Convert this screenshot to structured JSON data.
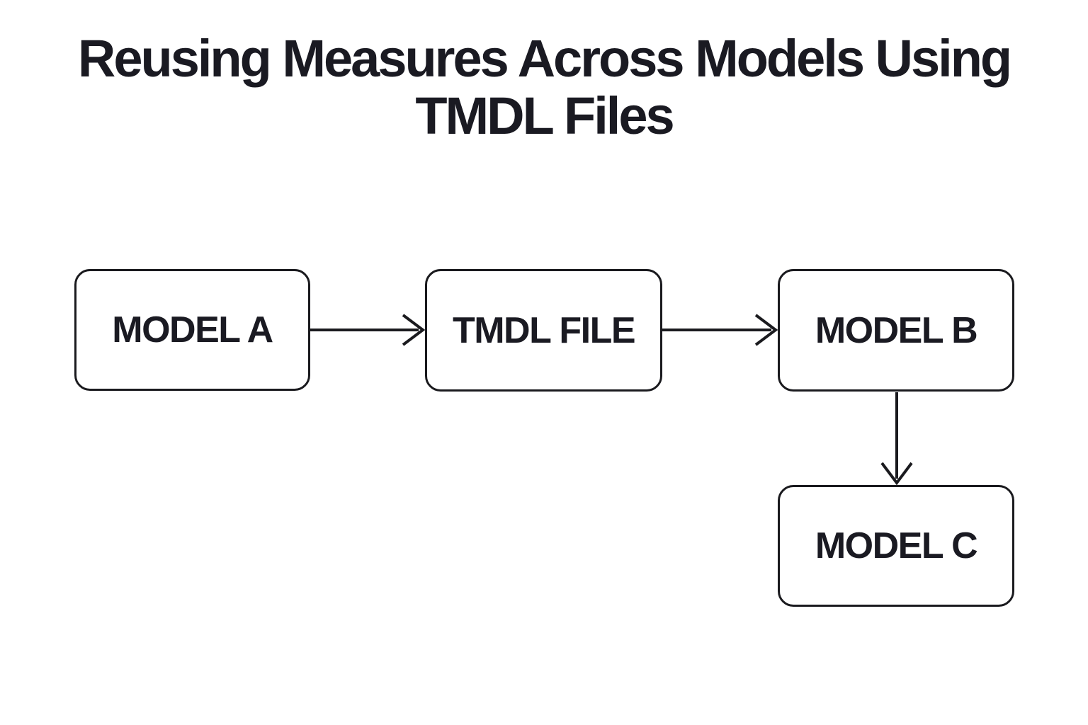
{
  "title": {
    "text": "Reusing Measures Across Models Using TMDL Files",
    "line1": "Reusing Measures Across Models Using",
    "line2": "TMDL Files"
  },
  "diagram": {
    "type": "flowchart",
    "nodes": [
      {
        "id": "model-a",
        "label": "MODEL A"
      },
      {
        "id": "tmdl-file",
        "label": "TMDL FILE"
      },
      {
        "id": "model-b",
        "label": "MODEL B"
      },
      {
        "id": "model-c",
        "label": "MODEL C"
      }
    ],
    "edges": [
      {
        "from": "model-a",
        "to": "tmdl-file",
        "direction": "right"
      },
      {
        "from": "tmdl-file",
        "to": "model-b",
        "direction": "right"
      },
      {
        "from": "model-b",
        "to": "model-c",
        "direction": "down"
      }
    ],
    "colors": {
      "page_background": "#ffffff",
      "node_border": "#1a1a1e",
      "node_fill": "#ffffff",
      "text": "#1a1a22",
      "arrow": "#1a1a1e"
    }
  }
}
